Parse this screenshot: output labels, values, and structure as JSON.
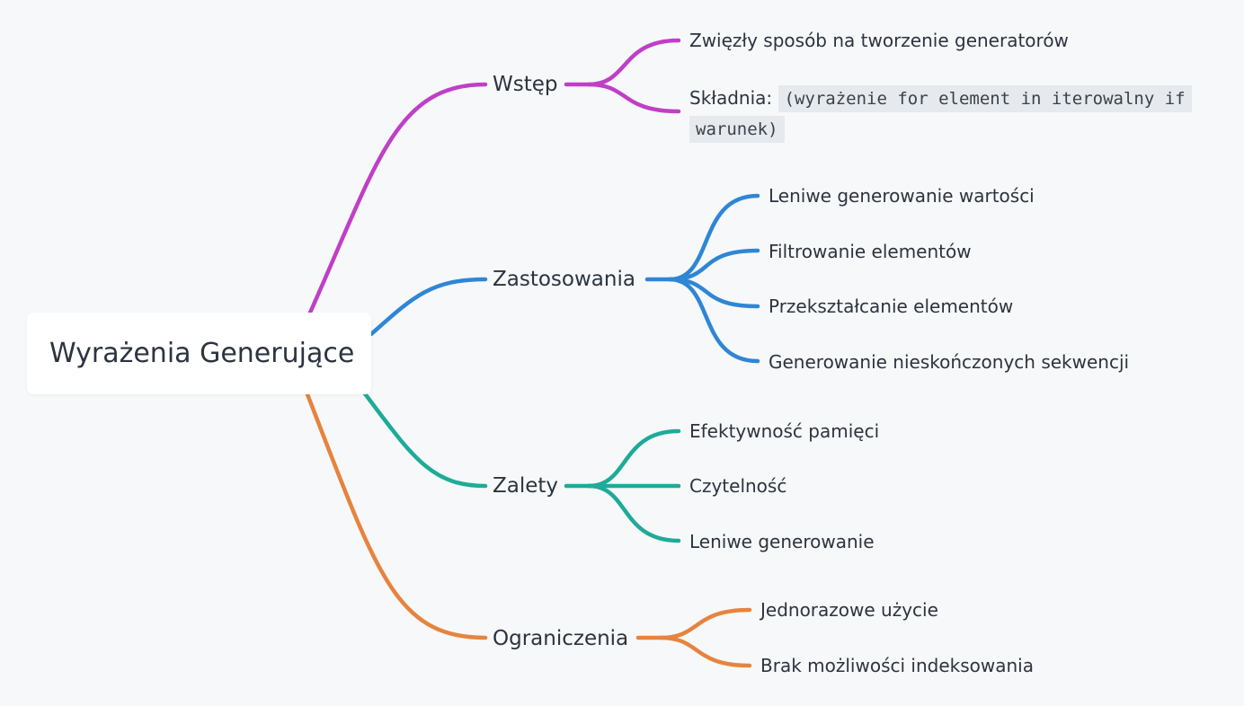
{
  "root": {
    "label": "Wyrażenia Generujące"
  },
  "colors": {
    "wstep": "#bf3fc7",
    "zastosowania": "#2f86d6",
    "zalety": "#1eab99",
    "ograniczenia": "#e6843f"
  },
  "branches": {
    "wstep": {
      "label": "Wstęp",
      "leaves": {
        "concise": "Zwięzły sposób na tworzenie generatorów",
        "syntax_label": "Składnia:",
        "syntax_code": "(wyrażenie for element in iterowalny if warunek)"
      }
    },
    "zastosowania": {
      "label": "Zastosowania",
      "leaves": [
        "Leniwe generowanie wartości",
        "Filtrowanie elementów",
        "Przekształcanie elementów",
        "Generowanie nieskończonych sekwencji"
      ]
    },
    "zalety": {
      "label": "Zalety",
      "leaves": [
        "Efektywność pamięci",
        "Czytelność",
        "Leniwe generowanie"
      ]
    },
    "ograniczenia": {
      "label": "Ograniczenia",
      "leaves": [
        "Jednorazowe użycie",
        "Brak możliwości indeksowania"
      ]
    }
  }
}
